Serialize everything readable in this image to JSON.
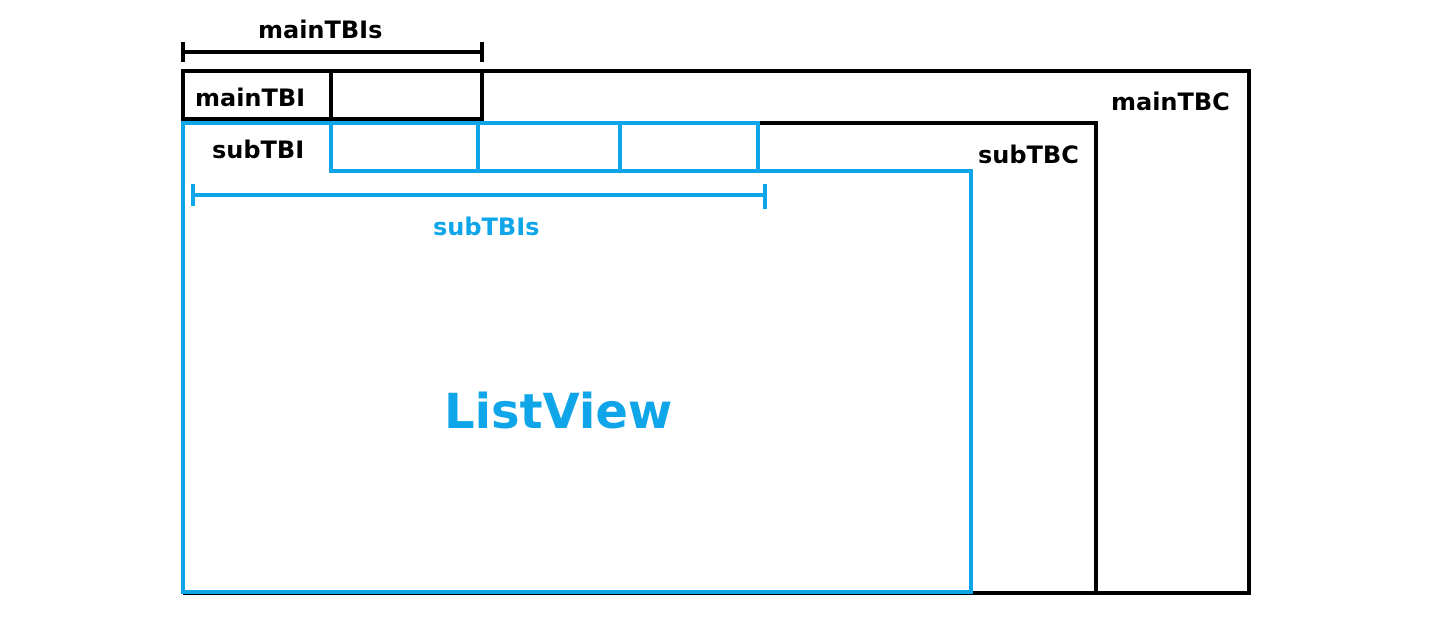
{
  "labels": {
    "main_tbis": "mainTBIs",
    "main_tbi": "mainTBI",
    "main_tbc": "mainTBC",
    "sub_tbi": "subTBI",
    "sub_tbc": "subTBC",
    "sub_tbis": "subTBIs",
    "list_view": "ListView"
  },
  "colors": {
    "main": "#000000",
    "sub": "#0ea5e9",
    "background": "#ffffff"
  }
}
